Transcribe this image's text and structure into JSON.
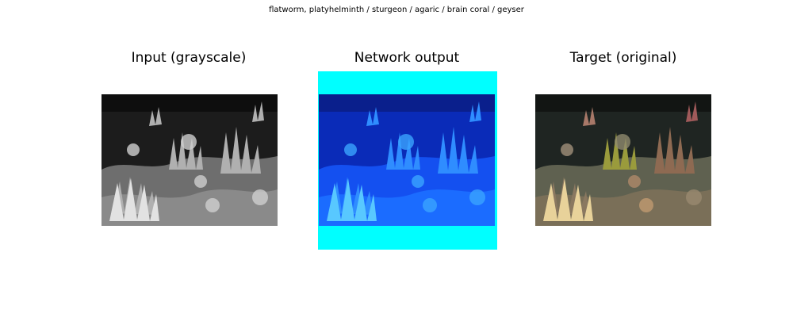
{
  "figure": {
    "suptitle": "flatworm, platyhelminth / sturgeon / agaric / brain coral / geyser"
  },
  "panels": [
    {
      "title": "Input (grayscale)",
      "image": "coral-reef-grayscale"
    },
    {
      "title": "Network output",
      "image": "coral-reef-blue-cyan-colorized"
    },
    {
      "title": "Target (original)",
      "image": "coral-reef-original-color"
    }
  ],
  "colors": {
    "output_padding": "#00ffff",
    "output_tint": "#1a6cff"
  }
}
